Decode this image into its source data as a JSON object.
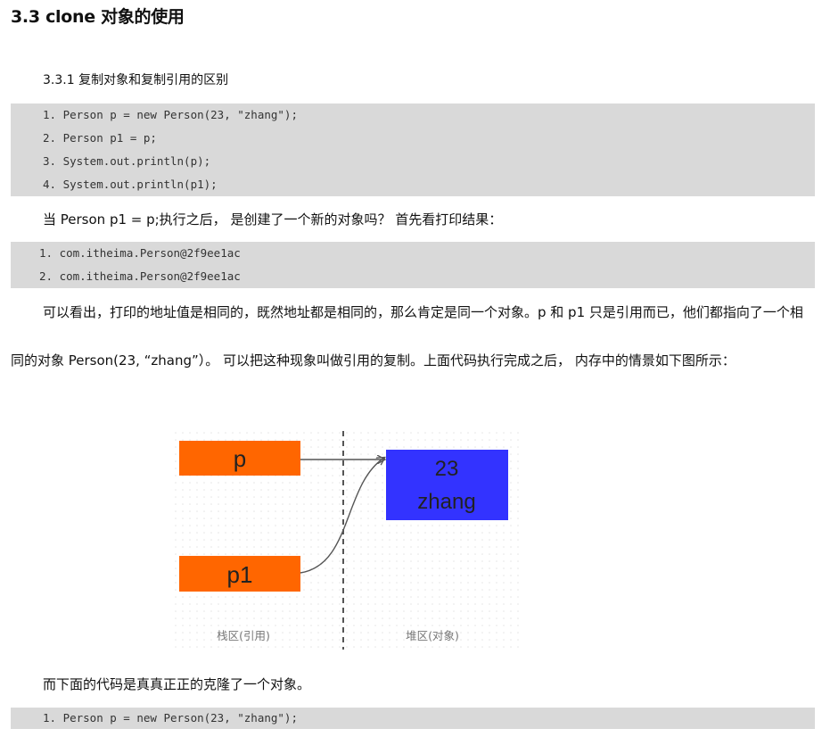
{
  "section_title": "3.3 clone 对象的使用",
  "subsection_title": "3.3.1 复制对象和复制引用的区别",
  "code_block_1": [
    "1. Person p = new Person(23, \"zhang\");",
    "2. Person p1 = p;",
    "3. System.out.println(p);",
    "4. System.out.println(p1);"
  ],
  "paragraph_1": "当 Person p1 = p;执行之后， 是创建了一个新的对象吗？ 首先看打印结果：",
  "code_block_2": [
    "1. com.itheima.Person@2f9ee1ac",
    "2. com.itheima.Person@2f9ee1ac"
  ],
  "paragraph_2": "可以看出，打印的地址值是相同的，既然地址都是相同的，那么肯定是同一个对象。p 和 p1 只是引用而已，他们都指向了一个相同的对象 Person(23, “zhang”）。 可以把这种现象叫做引用的复制。上面代码执行完成之后， 内存中的情景如下图所示：",
  "diagram": {
    "ref_p_label": "p",
    "ref_p1_label": "p1",
    "object_age": "23",
    "object_name": "zhang",
    "stack_caption": "栈区(引用)",
    "heap_caption": "堆区(对象)",
    "colors": {
      "reference_box": "#ff6600",
      "object_box": "#3333ff",
      "arrow": "#555555",
      "divider": "#555555"
    }
  },
  "paragraph_3": "而下面的代码是真真正正的克隆了一个对象。",
  "code_block_3": [
    "1. Person p = new Person(23, \"zhang\");"
  ]
}
